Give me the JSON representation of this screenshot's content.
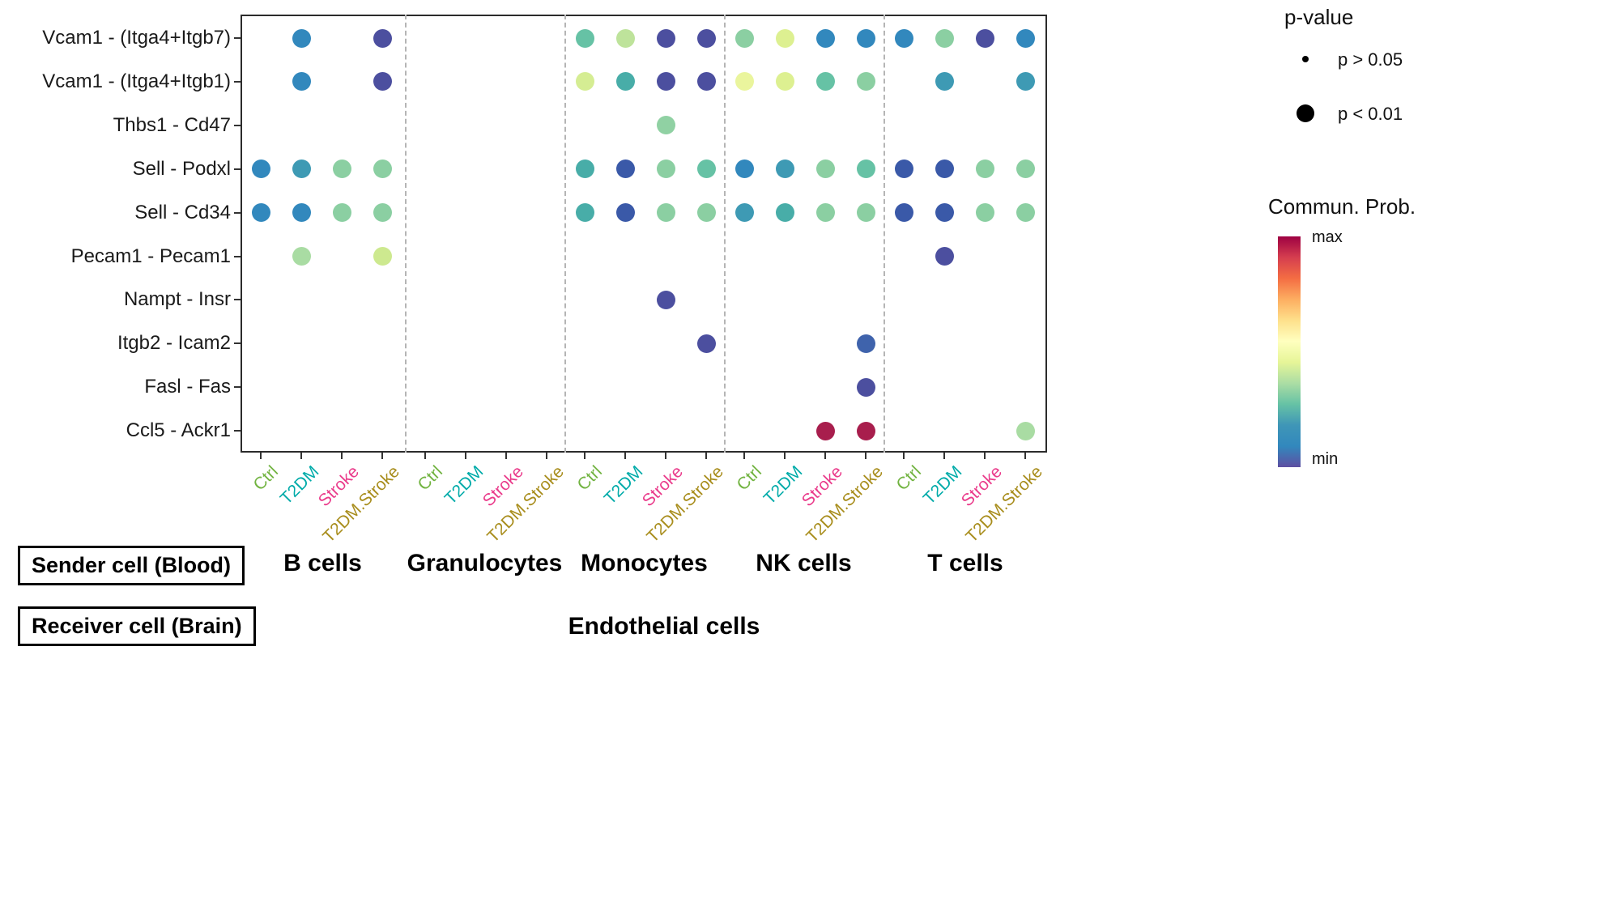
{
  "legend": {
    "pvalue_title": "p-value",
    "pvalue_items": [
      {
        "label": "p > 0.05",
        "size": "small"
      },
      {
        "label": "p < 0.01",
        "size": "large"
      }
    ],
    "colorbar_title": "Commun. Prob.",
    "colorbar_max": "max",
    "colorbar_min": "min",
    "colorbar_colors": [
      "#9E0142",
      "#D53E4F",
      "#F46D43",
      "#FDAE61",
      "#FEE08B",
      "#FFFFBF",
      "#E6F598",
      "#ABDDA4",
      "#66C2A5",
      "#3F96B7",
      "#3288BD",
      "#5E4FA2"
    ]
  },
  "footer": {
    "sender_label": "Sender cell (Blood)",
    "receiver_label": "Receiver cell (Brain)",
    "receiver_cell": "Endothelial cells"
  },
  "chart_data": {
    "type": "scatter",
    "subtype": "dotplot-ligand-receptor",
    "y_categories": [
      "Vcam1 - (Itga4+Itgb7)",
      "Vcam1 - (Itga4+Itgb1)",
      "Thbs1 - Cd47",
      "Sell - Podxl",
      "Sell - Cd34",
      "Pecam1 - Pecam1",
      "Nampt - Insr",
      "Itgb2 - Icam2",
      "Fasl - Fas",
      "Ccl5 - Ackr1"
    ],
    "x_groups": [
      "B cells",
      "Granulocytes",
      "Monocytes",
      "NK cells",
      "T cells"
    ],
    "x_conditions": [
      "Ctrl",
      "T2DM",
      "Stroke",
      "T2DM.Stroke"
    ],
    "condition_colors": {
      "Ctrl": "#71B340",
      "T2DM": "#00ABA9",
      "Stroke": "#EA3B8B",
      "T2DM.Stroke": "#A88D1C"
    },
    "size_meaning": {
      "small": "p > 0.05",
      "large": "p < 0.01"
    },
    "all_points_size": "large (p < 0.01)",
    "color_scale": {
      "name": "Commun. Prob.",
      "max_color": "#9E0142",
      "min_color": "#5E4FA2"
    },
    "points_columns": [
      "row_index",
      "group_index",
      "condition_index",
      "color"
    ],
    "points": [
      [
        0,
        0,
        1,
        "#3288BD"
      ],
      [
        0,
        0,
        3,
        "#4C4F9F"
      ],
      [
        0,
        2,
        0,
        "#66C2A5"
      ],
      [
        0,
        2,
        1,
        "#BEE39B"
      ],
      [
        0,
        2,
        2,
        "#4C4F9F"
      ],
      [
        0,
        2,
        3,
        "#4C4F9F"
      ],
      [
        0,
        3,
        0,
        "#8BCFA2"
      ],
      [
        0,
        3,
        1,
        "#DDF091"
      ],
      [
        0,
        3,
        2,
        "#3288BD"
      ],
      [
        0,
        3,
        3,
        "#3288BD"
      ],
      [
        0,
        4,
        0,
        "#3288BD"
      ],
      [
        0,
        4,
        1,
        "#8BCFA2"
      ],
      [
        0,
        4,
        2,
        "#4C4F9F"
      ],
      [
        0,
        4,
        3,
        "#3288BD"
      ],
      [
        1,
        0,
        1,
        "#3288BD"
      ],
      [
        1,
        0,
        3,
        "#4C4F9F"
      ],
      [
        1,
        2,
        0,
        "#D5ED93"
      ],
      [
        1,
        2,
        1,
        "#48ADA8"
      ],
      [
        1,
        2,
        2,
        "#4C4F9F"
      ],
      [
        1,
        2,
        3,
        "#4C4F9F"
      ],
      [
        1,
        3,
        0,
        "#EAF59D"
      ],
      [
        1,
        3,
        1,
        "#DDF091"
      ],
      [
        1,
        3,
        2,
        "#66C2A5"
      ],
      [
        1,
        3,
        3,
        "#8BCFA2"
      ],
      [
        1,
        4,
        1,
        "#3E9AB4"
      ],
      [
        1,
        4,
        3,
        "#3E9AB4"
      ],
      [
        2,
        2,
        2,
        "#90D1A3"
      ],
      [
        3,
        0,
        0,
        "#3288BD"
      ],
      [
        3,
        0,
        1,
        "#3E9AB4"
      ],
      [
        3,
        0,
        2,
        "#8BCFA2"
      ],
      [
        3,
        0,
        3,
        "#8BCFA2"
      ],
      [
        3,
        2,
        0,
        "#48ADA8"
      ],
      [
        3,
        2,
        1,
        "#3A59A8"
      ],
      [
        3,
        2,
        2,
        "#8BCFA2"
      ],
      [
        3,
        2,
        3,
        "#66C2A5"
      ],
      [
        3,
        3,
        0,
        "#3288BD"
      ],
      [
        3,
        3,
        1,
        "#3E9AB4"
      ],
      [
        3,
        3,
        2,
        "#8BCFA2"
      ],
      [
        3,
        3,
        3,
        "#66C2A5"
      ],
      [
        3,
        4,
        0,
        "#3A59A8"
      ],
      [
        3,
        4,
        1,
        "#3A59A8"
      ],
      [
        3,
        4,
        2,
        "#8BCFA2"
      ],
      [
        3,
        4,
        3,
        "#8BCFA2"
      ],
      [
        4,
        0,
        0,
        "#3288BD"
      ],
      [
        4,
        0,
        1,
        "#3288BD"
      ],
      [
        4,
        0,
        2,
        "#8BCFA2"
      ],
      [
        4,
        0,
        3,
        "#8BCFA2"
      ],
      [
        4,
        2,
        0,
        "#48ADA8"
      ],
      [
        4,
        2,
        1,
        "#3A59A8"
      ],
      [
        4,
        2,
        2,
        "#8BCFA2"
      ],
      [
        4,
        2,
        3,
        "#8BCFA2"
      ],
      [
        4,
        3,
        0,
        "#3E9AB4"
      ],
      [
        4,
        3,
        1,
        "#48ADA8"
      ],
      [
        4,
        3,
        2,
        "#8BCFA2"
      ],
      [
        4,
        3,
        3,
        "#8BCFA2"
      ],
      [
        4,
        4,
        0,
        "#3A59A8"
      ],
      [
        4,
        4,
        1,
        "#3A59A8"
      ],
      [
        4,
        4,
        2,
        "#8BCFA2"
      ],
      [
        4,
        4,
        3,
        "#8BCFA2"
      ],
      [
        5,
        0,
        1,
        "#A9DCA3"
      ],
      [
        5,
        0,
        3,
        "#CDE98F"
      ],
      [
        5,
        4,
        1,
        "#4C4F9F"
      ],
      [
        6,
        2,
        2,
        "#4C4F9F"
      ],
      [
        7,
        2,
        3,
        "#4C4F9F"
      ],
      [
        7,
        3,
        3,
        "#3F63AC"
      ],
      [
        8,
        3,
        3,
        "#4C4F9F"
      ],
      [
        9,
        3,
        2,
        "#A81E4D"
      ],
      [
        9,
        3,
        3,
        "#A81E4D"
      ],
      [
        9,
        4,
        3,
        "#A9DCA3"
      ]
    ]
  }
}
